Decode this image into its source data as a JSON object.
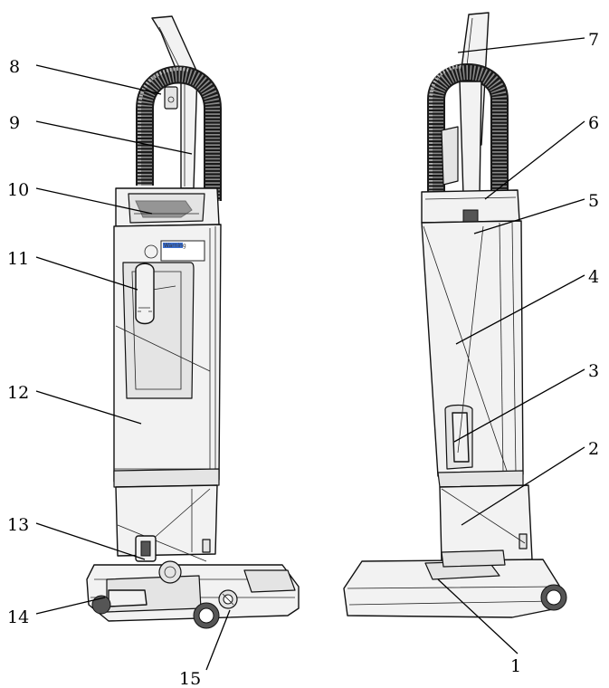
{
  "callouts": [
    {
      "id": "1",
      "label": "1"
    },
    {
      "id": "2",
      "label": "2"
    },
    {
      "id": "3",
      "label": "3"
    },
    {
      "id": "4",
      "label": "4"
    },
    {
      "id": "5",
      "label": "5"
    },
    {
      "id": "6",
      "label": "6"
    },
    {
      "id": "7",
      "label": "7"
    },
    {
      "id": "8",
      "label": "8"
    },
    {
      "id": "9",
      "label": "9"
    },
    {
      "id": "10",
      "label": "10"
    },
    {
      "id": "11",
      "label": "11"
    },
    {
      "id": "12",
      "label": "12"
    },
    {
      "id": "13",
      "label": "13"
    },
    {
      "id": "14",
      "label": "14"
    },
    {
      "id": "15",
      "label": "15"
    }
  ],
  "warning_label": "Warning"
}
